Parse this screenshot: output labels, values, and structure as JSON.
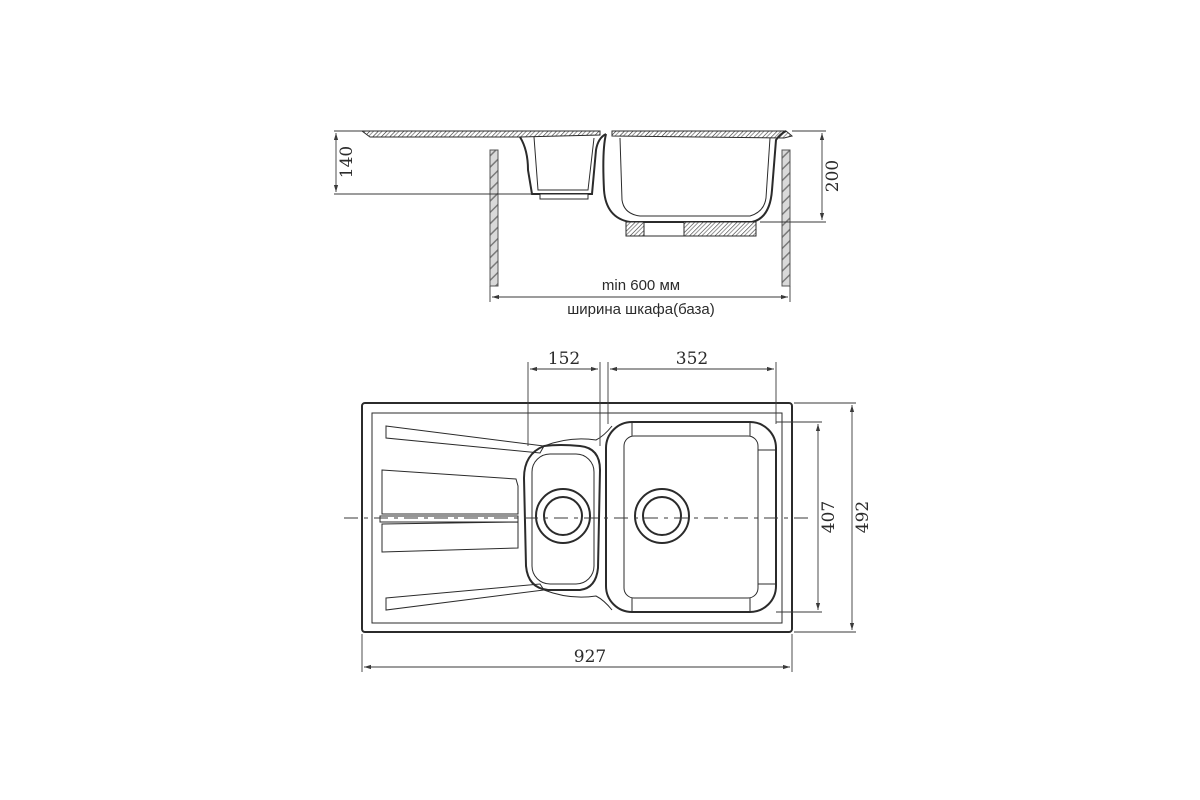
{
  "profile_view": {
    "dim_small_bowl_depth": "140",
    "dim_large_bowl_depth": "200",
    "cabinet_min_label": "min 600 мм",
    "cabinet_width_label": "ширина шкафа(база)"
  },
  "plan_view": {
    "dim_small_bowl_width": "152",
    "dim_large_bowl_width": "352",
    "dim_bowl_length": "407",
    "dim_overall_depth": "492",
    "dim_overall_width": "927"
  },
  "colors": {
    "line": "#2b2b2b",
    "background": "#ffffff"
  }
}
